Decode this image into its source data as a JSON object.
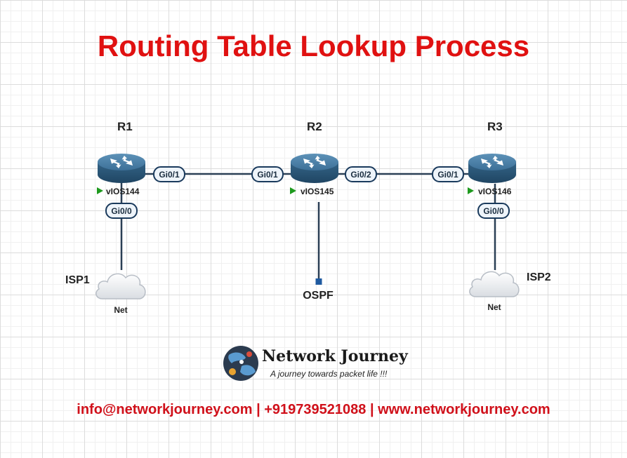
{
  "title": "Routing Table Lookup Process",
  "routers": [
    {
      "label": "R1",
      "hostname": "vIOS144"
    },
    {
      "label": "R2",
      "hostname": "vIOS145"
    },
    {
      "label": "R3",
      "hostname": "vIOS146"
    }
  ],
  "interfaces": {
    "r1_gi01": "Gi0/1",
    "r2_gi01": "Gi0/1",
    "r2_gi02": "Gi0/2",
    "r3_gi01": "Gi0/1",
    "r1_gi00": "Gi0/0",
    "r3_gi00": "Gi0/0"
  },
  "clouds": [
    {
      "label": "ISP1",
      "caption": "Net"
    },
    {
      "label": "ISP2",
      "caption": "Net"
    }
  ],
  "ospf_label": "OSPF",
  "logo": {
    "name": "Network Journey",
    "tagline": "A journey towards packet life !!!"
  },
  "footer": "info@networkjourney.com | +919739521088 | www.networkjourney.com",
  "colors": {
    "title": "#e01111",
    "footer": "#d0101a",
    "link": "#2a3f55",
    "router_body": "#3a6f95",
    "status_arrow": "#1e9a1e"
  }
}
